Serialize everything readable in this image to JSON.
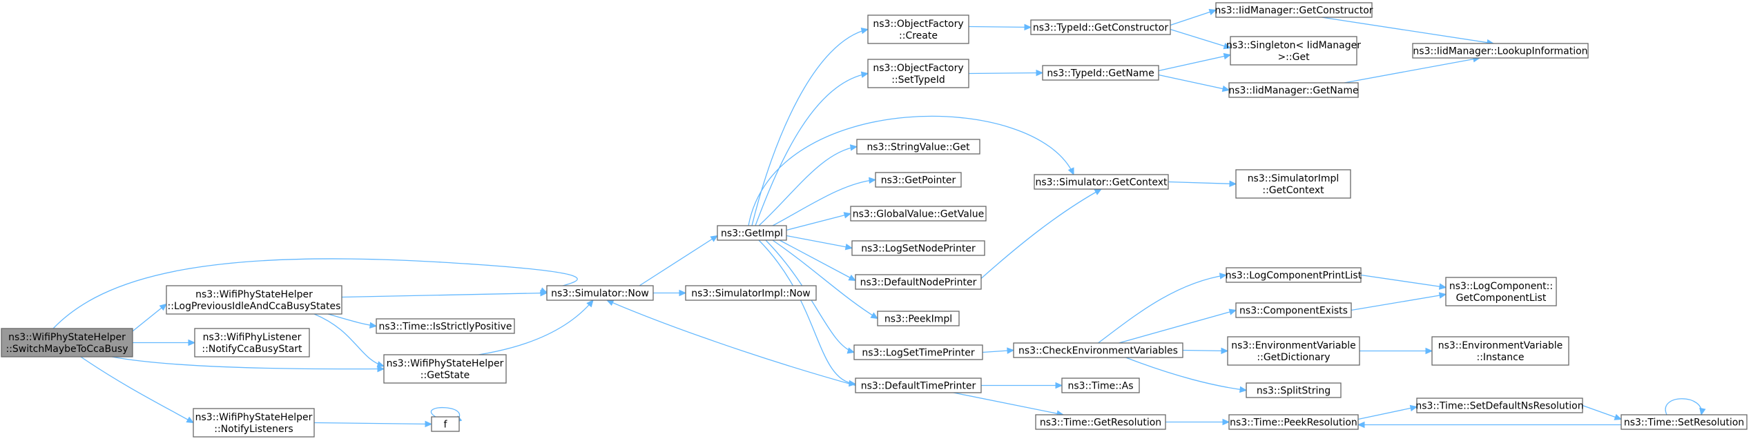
{
  "graph": {
    "accent_color": "#63b8ff",
    "root_fill": "#999999",
    "nodes": {
      "switch": [
        "ns3::WifiPhyStateHelper",
        "::SwitchMaybeToCcaBusy"
      ],
      "logprev": [
        "ns3::WifiPhyStateHelper",
        "::LogPreviousIdleAndCcaBusyStates"
      ],
      "notifycca": [
        "ns3::WifiPhyListener",
        "::NotifyCcaBusyStart"
      ],
      "notifylisteners": [
        "ns3::WifiPhyStateHelper",
        "::NotifyListeners"
      ],
      "now": [
        "ns3::Simulator::Now"
      ],
      "isstrict": [
        "ns3::Time::IsStrictlyPositive"
      ],
      "getstate": [
        "ns3::WifiPhyStateHelper",
        "::GetState"
      ],
      "f": [
        "f"
      ],
      "getimpl": [
        "ns3::GetImpl"
      ],
      "simimplnow": [
        "ns3::SimulatorImpl::Now"
      ],
      "ofcreate": [
        "ns3::ObjectFactory",
        "::Create"
      ],
      "ofsettypeid": [
        "ns3::ObjectFactory",
        "::SetTypeId"
      ],
      "stringvalue": [
        "ns3::StringValue::Get"
      ],
      "getpointer": [
        "ns3::GetPointer"
      ],
      "globalvalue": [
        "ns3::GlobalValue::GetValue"
      ],
      "logsetnode": [
        "ns3::LogSetNodePrinter"
      ],
      "defnode": [
        "ns3::DefaultNodePrinter"
      ],
      "peekimpl": [
        "ns3::PeekImpl"
      ],
      "logsettime": [
        "ns3::LogSetTimePrinter"
      ],
      "deftime": [
        "ns3::DefaultTimePrinter"
      ],
      "getconstructor": [
        "ns3::TypeId::GetConstructor"
      ],
      "typeidgetname": [
        "ns3::TypeId::GetName"
      ],
      "getcontext": [
        "ns3::Simulator::GetContext"
      ],
      "checkenv": [
        "ns3::CheckEnvironmentVariables"
      ],
      "timeas": [
        "ns3::Time::As"
      ],
      "getres": [
        "ns3::Time::GetResolution"
      ],
      "iidgetctor": [
        "ns3::IidManager::GetConstructor"
      ],
      "singleton": [
        "ns3::Singleton< IidManager",
        ">::Get"
      ],
      "iidgetname": [
        "ns3::IidManager::GetName"
      ],
      "simimplctx": [
        "ns3::SimulatorImpl",
        "::GetContext"
      ],
      "logprint": [
        "ns3::LogComponentPrintList"
      ],
      "compexists": [
        "ns3::ComponentExists"
      ],
      "envdict": [
        "ns3::EnvironmentVariable",
        "::GetDictionary"
      ],
      "splitstring": [
        "ns3::SplitString"
      ],
      "peekres": [
        "ns3::Time::PeekResolution"
      ],
      "lookup": [
        "ns3::IidManager::LookupInformation"
      ],
      "getcomplist": [
        "ns3::LogComponent::",
        "GetComponentList"
      ],
      "envinstance": [
        "ns3::EnvironmentVariable",
        "::Instance"
      ],
      "setdefres": [
        "ns3::Time::SetDefaultNsResolution"
      ],
      "setres": [
        "ns3::Time::SetResolution"
      ]
    }
  }
}
